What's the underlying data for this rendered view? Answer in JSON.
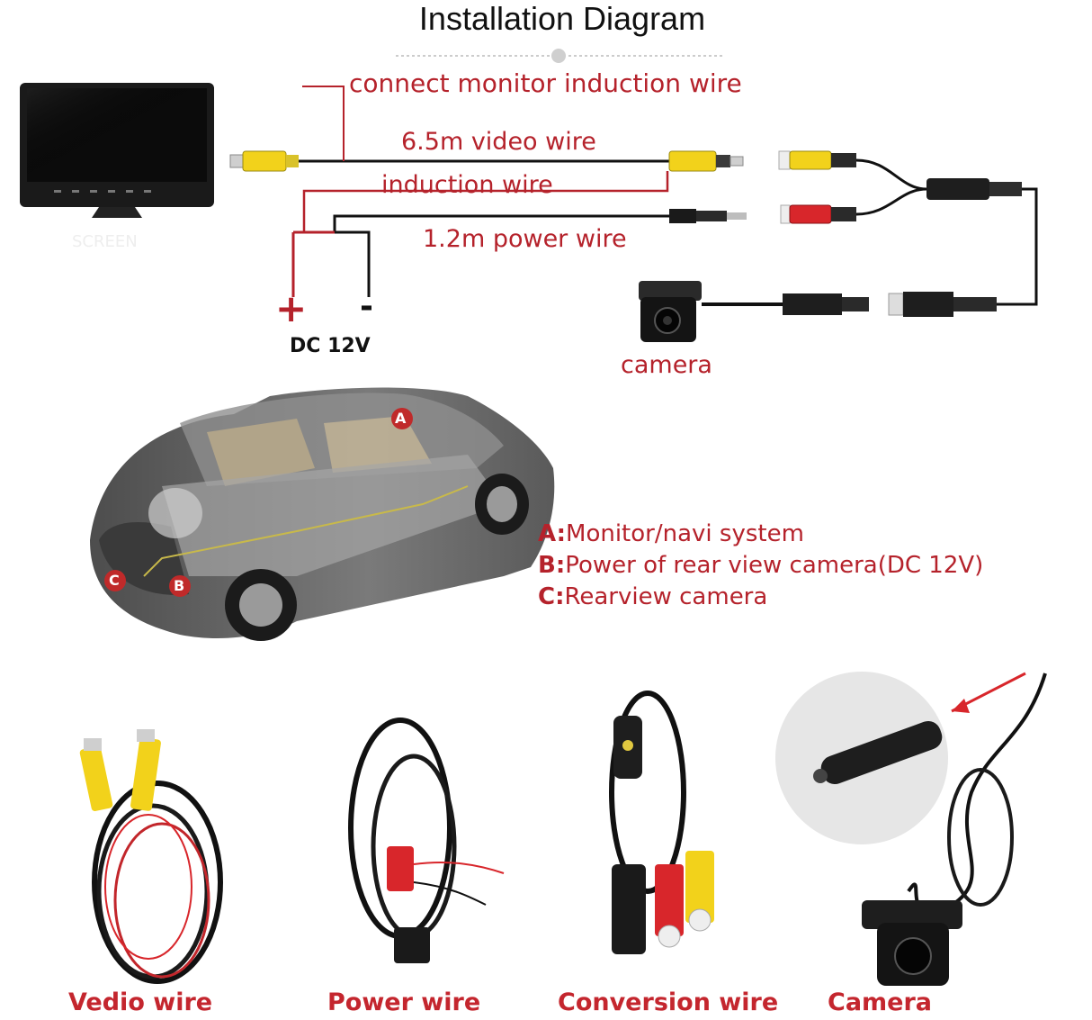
{
  "title": "Installation Diagram",
  "labels": {
    "connect_monitor": "connect monitor induction wire",
    "video_wire": "6.5m video wire",
    "induction_wire": "induction wire",
    "power_wire": "1.2m power wire",
    "plus": "+",
    "minus": "-",
    "dc": "DC 12V",
    "camera": "camera",
    "monitor_screen": "SCREEN"
  },
  "car_markers": [
    "A",
    "B",
    "C"
  ],
  "legend": [
    {
      "key": "A:",
      "text": "Monitor/navi system"
    },
    {
      "key": "B:",
      "text": "Power of rear view camera(DC 12V)"
    },
    {
      "key": "C:",
      "text": "Rearview camera"
    }
  ],
  "products": [
    "Vedio wire",
    "Power wire",
    "Conversion wire",
    "Camera"
  ],
  "colors": {
    "label_red": "#b5222b",
    "caption_red": "#c4262e",
    "rca_yellow": "#f2d21b",
    "rca_red": "#d8262b"
  }
}
